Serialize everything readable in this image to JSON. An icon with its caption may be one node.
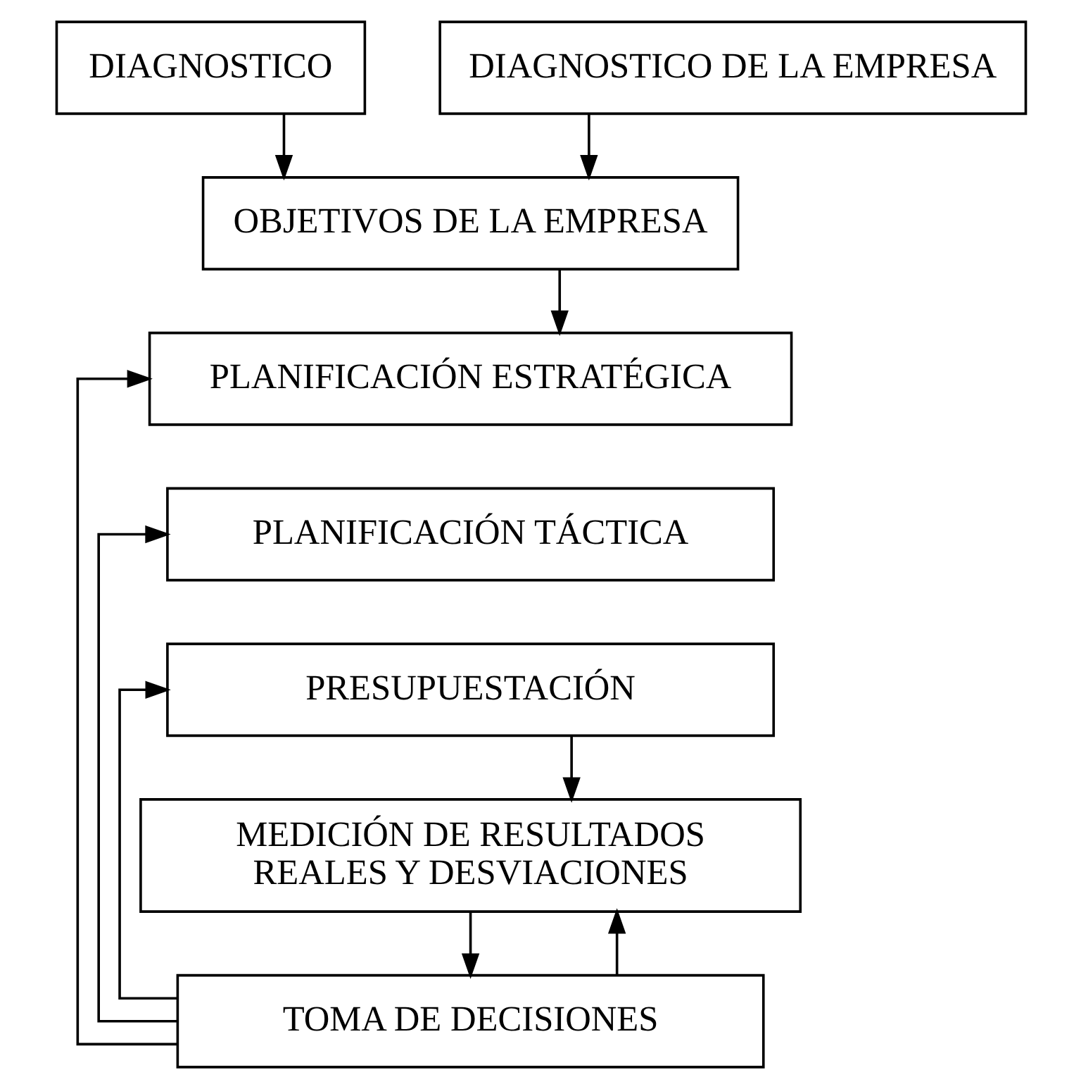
{
  "diagram": {
    "nodes": [
      {
        "text": [
          "DIAGNOSTICO"
        ]
      },
      {
        "text": [
          "DIAGNOSTICO DE LA EMPRESA"
        ]
      },
      {
        "text": [
          "OBJETIVOS DE LA EMPRESA"
        ]
      },
      {
        "text": [
          "PLANIFICACIÓN ESTRATÉGICA"
        ]
      },
      {
        "text": [
          "PLANIFICACIÓN TÁCTICA"
        ]
      },
      {
        "text": [
          "PRESUPUESTACIÓN"
        ]
      },
      {
        "text": [
          "MEDICIÓN DE RESULTADOS REALES Y DESVIACIONES"
        ]
      },
      {
        "text": [
          "TOMA DE DECISIONES"
        ]
      }
    ],
    "edges": [
      {
        "from": 0,
        "to": 2,
        "arrow": "to"
      },
      {
        "from": 1,
        "to": 2,
        "arrow": "to"
      },
      {
        "from": 2,
        "to": 3,
        "arrow": "to"
      },
      {
        "from": 5,
        "to": 6,
        "arrow": "to"
      },
      {
        "from": 6,
        "to": 7,
        "arrow": "to"
      },
      {
        "from": 7,
        "to": 3,
        "arrow": "to"
      },
      {
        "from": 7,
        "to": 4,
        "arrow": "to"
      },
      {
        "from": 7,
        "to": 5,
        "arrow": "to"
      },
      {
        "from": 7,
        "to": 6,
        "arrow": "to"
      }
    ]
  }
}
